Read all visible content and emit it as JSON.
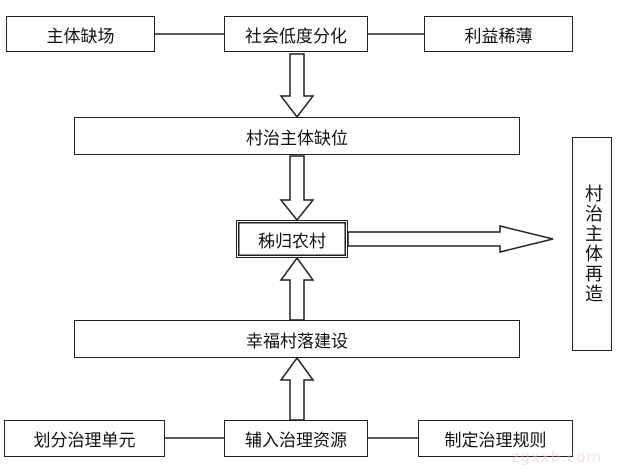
{
  "nodes": {
    "subject_missing": "主体缺场",
    "social_differentiation": "社会低度分化",
    "thin_interests": "利益稀薄",
    "governance_subject_absent": "村治主体缺位",
    "sparse_village": "秭归农村",
    "happy_village": "幸福村落建设",
    "divide_units": "划分治理单元",
    "input_resources": "辅入治理资源",
    "formulate_rules": "制定治理规则",
    "subject_reshaping": "村治主体再造"
  },
  "watermark": "zgxxb.com"
}
